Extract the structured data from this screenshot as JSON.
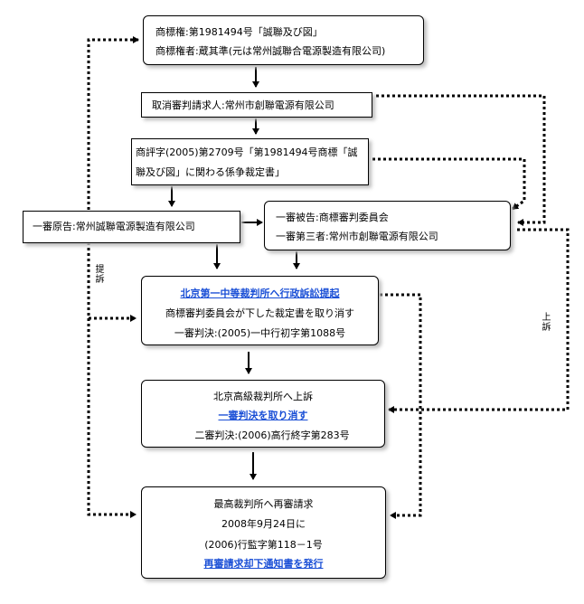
{
  "trademark_box": {
    "line1": "商標権:第1981494号「誠聯及び図」",
    "line2": "商標権者:蔵其準(元は常州誠聯合電源製造有限公司)"
  },
  "cancel_request_box": {
    "line1": "取消審判請求人:常州市創聯電源有限公司"
  },
  "decision_box": {
    "line1": "商評字(2005)第2709号「第1981494号商標「誠",
    "line2": "聯及び図」に関わる係争裁定書」"
  },
  "plaintiff_box": {
    "line1": "一審原告:常州誠聯電源製造有限公司"
  },
  "defendant_box": {
    "line1": "一審被告:商標審判委員会",
    "line2": "一審第三者:常州市創聯電源有限公司"
  },
  "first_instance_box": {
    "link": "北京第一中等裁判所へ行政訴訟提起",
    "line2": "商標審判委員会が下した裁定書を取り消す",
    "line3": "一審判決:(2005)一中行初字第1088号"
  },
  "appeal_box": {
    "line1": "北京高級裁判所へ上訴",
    "link": "一審判決を取り消す",
    "line3": "二審判決:(2006)高行終字第283号"
  },
  "supreme_box": {
    "line1": "最高裁判所へ再審請求",
    "line2": "2008年9月24日に",
    "line3": "(2006)行監字第118－1号",
    "link": "再審請求却下通知書を発行"
  },
  "labels": {
    "sue": "提訴",
    "appeal": "上訴"
  }
}
